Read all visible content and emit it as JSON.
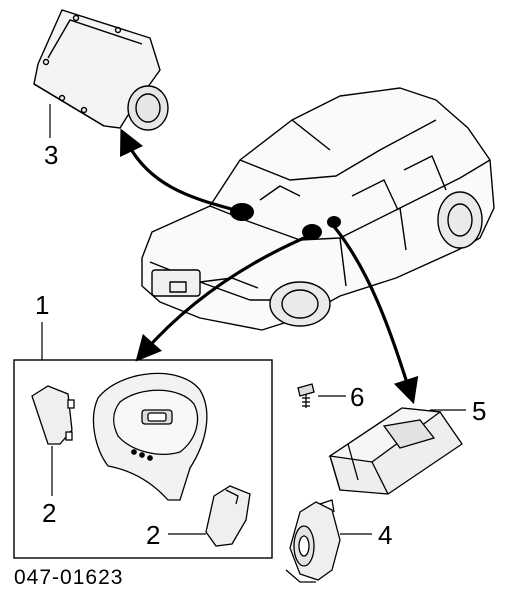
{
  "callouts": {
    "airbag_module_passenger": "3",
    "steering_wheel_airbag_assembly": "1",
    "trim_cover_left": "2",
    "trim_cover_right": "2",
    "screw": "6",
    "control_module": "5",
    "clock_spring": "4"
  },
  "caption": "047-01623"
}
